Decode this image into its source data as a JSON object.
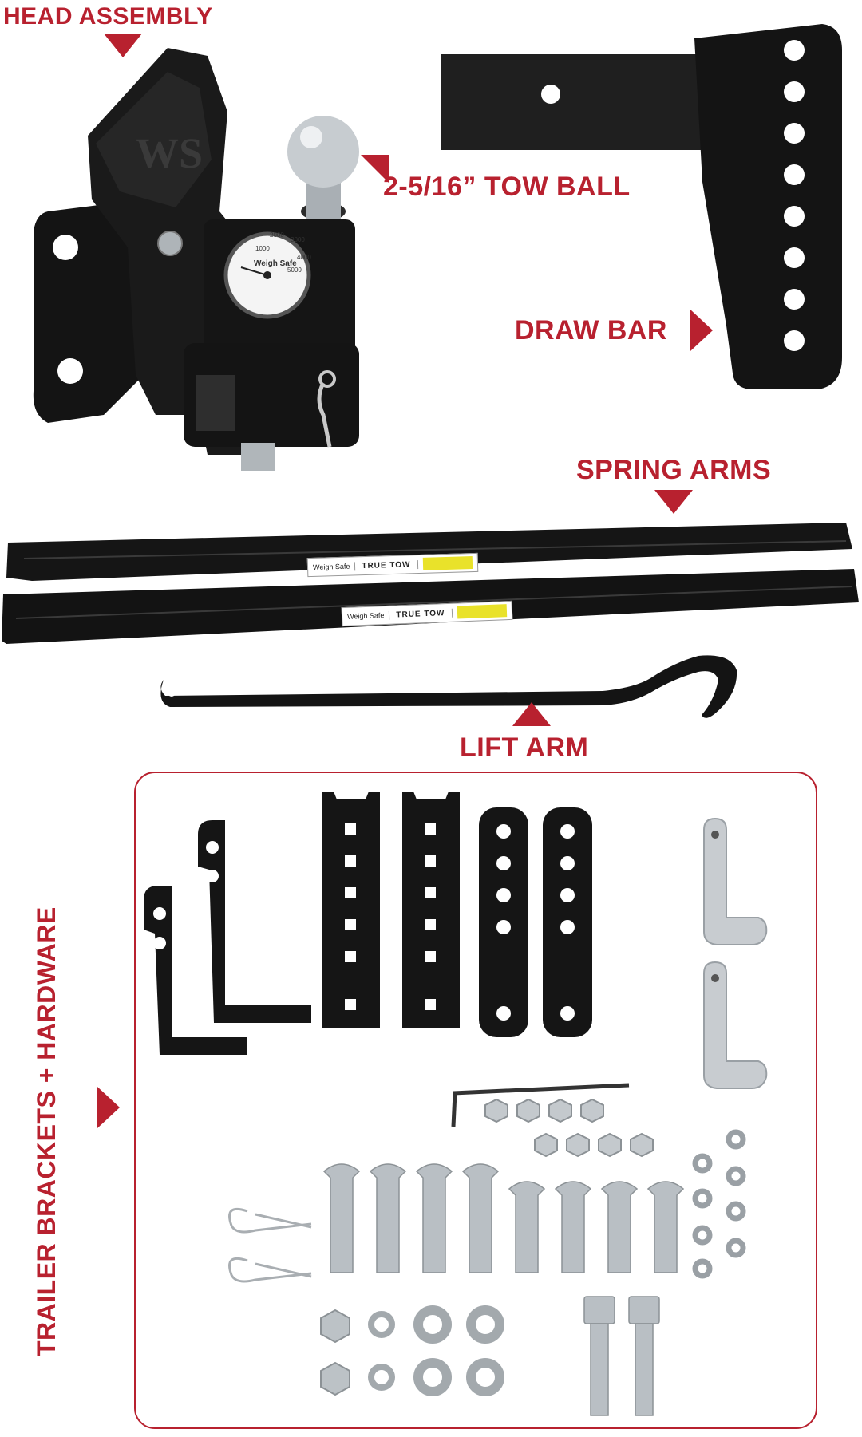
{
  "labels": {
    "head_assembly": "HEAD ASSEMBLY",
    "tow_ball": "2-5/16” TOW BALL",
    "draw_bar": "DRAW BAR",
    "spring_arms": "SPRING ARMS",
    "lift_arm": "LIFT ARM",
    "trailer_brackets": "TRAILER BRACKETS + HARDWARE"
  },
  "gauge": {
    "brand": "Weigh Safe",
    "scale": [
      "1000",
      "2000",
      "3000",
      "4000",
      "5000"
    ]
  },
  "stickers": {
    "brand": "Weigh Safe",
    "logo": "TRUE TOW"
  },
  "colors": {
    "accent": "#b8212f",
    "part_black": "#141414",
    "metal": "#b9bfc4"
  }
}
